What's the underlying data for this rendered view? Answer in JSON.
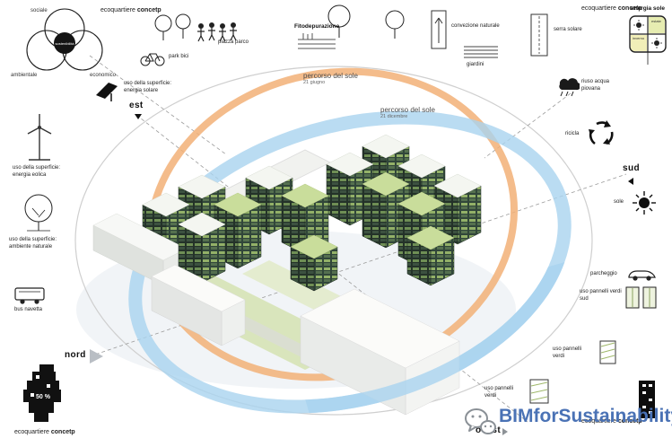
{
  "corner_label": {
    "prefix": "ecoquartiere",
    "bold": "concetp"
  },
  "venn": {
    "top": "sociale",
    "left": "ambientale",
    "right": "economico",
    "center": "sostenibilità"
  },
  "directions": {
    "est": "est",
    "sud": "sud",
    "nord": "nord",
    "ovest": "ovest"
  },
  "sun_paths": {
    "summer": {
      "title": "percorso del sole",
      "date": "21 giugno"
    },
    "winter": {
      "title": "percorso del sole",
      "date": "21 dicembre"
    }
  },
  "legend": {
    "parco": "piazza parco",
    "bici": "park bici",
    "fito": "Fitodepurazione",
    "convezione": "convezione naturale",
    "giardini": "giardini",
    "serra": "serra solare",
    "energia_sole": "energia sole",
    "estate": "estate",
    "inverno": "inverno",
    "acqua": "riuso acqua piovana",
    "ricicla": "ricicla",
    "sole": "sole",
    "parcheggio": "parcheggio",
    "pannelli_sud": "uso pannelli verdi sud",
    "pannelli_est": "uso pannelli verdi",
    "pannelli_ovest": "uso pannelli verdi",
    "eolica": "uso della superficie: energia eolica",
    "ambiente": "uso della superficie: ambiente naturale",
    "solare": "uso della superficie: energia solare",
    "bus": "bus navetta",
    "percent": "50 %"
  },
  "watermark": {
    "text": "BIMforSustainability",
    "color": "#4a72b5"
  },
  "colors": {
    "arc_summer": "#f2b077",
    "arc_winter": "#a9d3ef",
    "facade_dark": "#243229",
    "facade_light": "#31463a",
    "roof_green": "#c9dd9b",
    "dome_outline": "#cfcfcf"
  },
  "icons": [
    "venn-diagram",
    "wind-turbine-icon",
    "tree-circle-icon",
    "bus-icon",
    "solar-panel-icon",
    "park-trees-people-icon",
    "bicycle-icon",
    "phytodepuration-icon",
    "stack-ventilation-icon",
    "louvers-icon",
    "greenhouse-icon",
    "sun-energy-grid-icon",
    "rain-cloud-icon",
    "recycle-icon",
    "sun-icon",
    "car-icon",
    "green-panel-icon",
    "black-tower-icon",
    "pixel-tower-icon",
    "wechat-icon"
  ]
}
